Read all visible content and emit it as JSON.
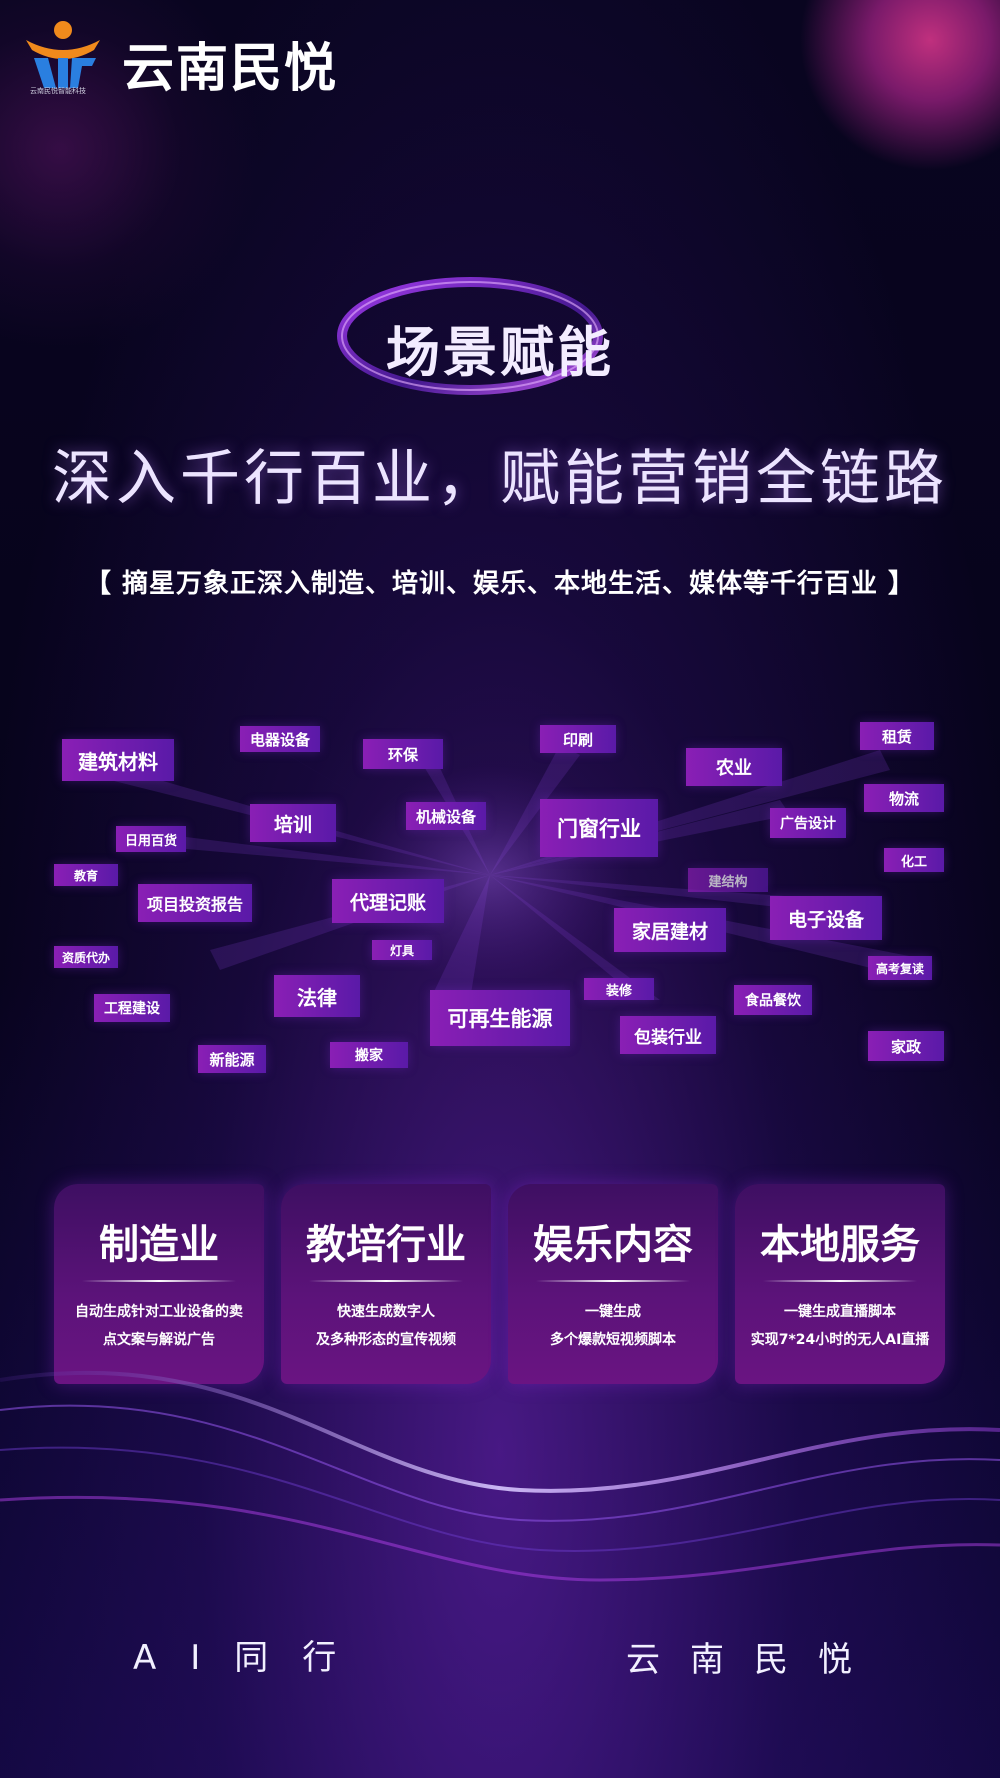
{
  "header": {
    "brand": "云南民悦",
    "logo_caption": "云南民悦智能科技",
    "logo_icon": "person-book-logo"
  },
  "hero": {
    "section_title": "场景赋能",
    "tagline": "深入千行百业，赋能营销全链路",
    "subtitle": "【 摘星万象正深入制造、培训、娱乐、本地生活、媒体等千行百业 】"
  },
  "tags": [
    "建筑材料",
    "电器设备",
    "环保",
    "印刷",
    "租赁",
    "农业",
    "物流",
    "培训",
    "机械设备",
    "门窗行业",
    "广告设计",
    "日用百货",
    "化工",
    "教育",
    "建结构",
    "项目投资报告",
    "代理记账",
    "电子设备",
    "家居建材",
    "资质代办",
    "灯具",
    "高考复读",
    "法律",
    "装修",
    "食品餐饮",
    "工程建设",
    "可再生能源",
    "包装行业",
    "新能源",
    "搬家",
    "家政"
  ],
  "cards": [
    {
      "title": "制造业",
      "desc_line1": "自动生成针对工业设备的卖",
      "desc_line2": "点文案与解说广告"
    },
    {
      "title": "教培行业",
      "desc_line1": "快速生成数字人",
      "desc_line2": "及多种形态的宣传视频"
    },
    {
      "title": "娱乐内容",
      "desc_line1": "一键生成",
      "desc_line2": "多个爆款短视频脚本"
    },
    {
      "title": "本地服务",
      "desc_line1": "一键生成直播脚本",
      "desc_line2": "实现7*24小时的无人AI直播"
    }
  ],
  "footer": {
    "left": "AI同行",
    "right": "云南民悦"
  },
  "colors": {
    "background": "#07041a",
    "accent_purple": "#8a1fb5",
    "accent_blue": "#5a1aa8",
    "logo_orange": "#f08a1c",
    "logo_blue": "#2a7fe0"
  }
}
